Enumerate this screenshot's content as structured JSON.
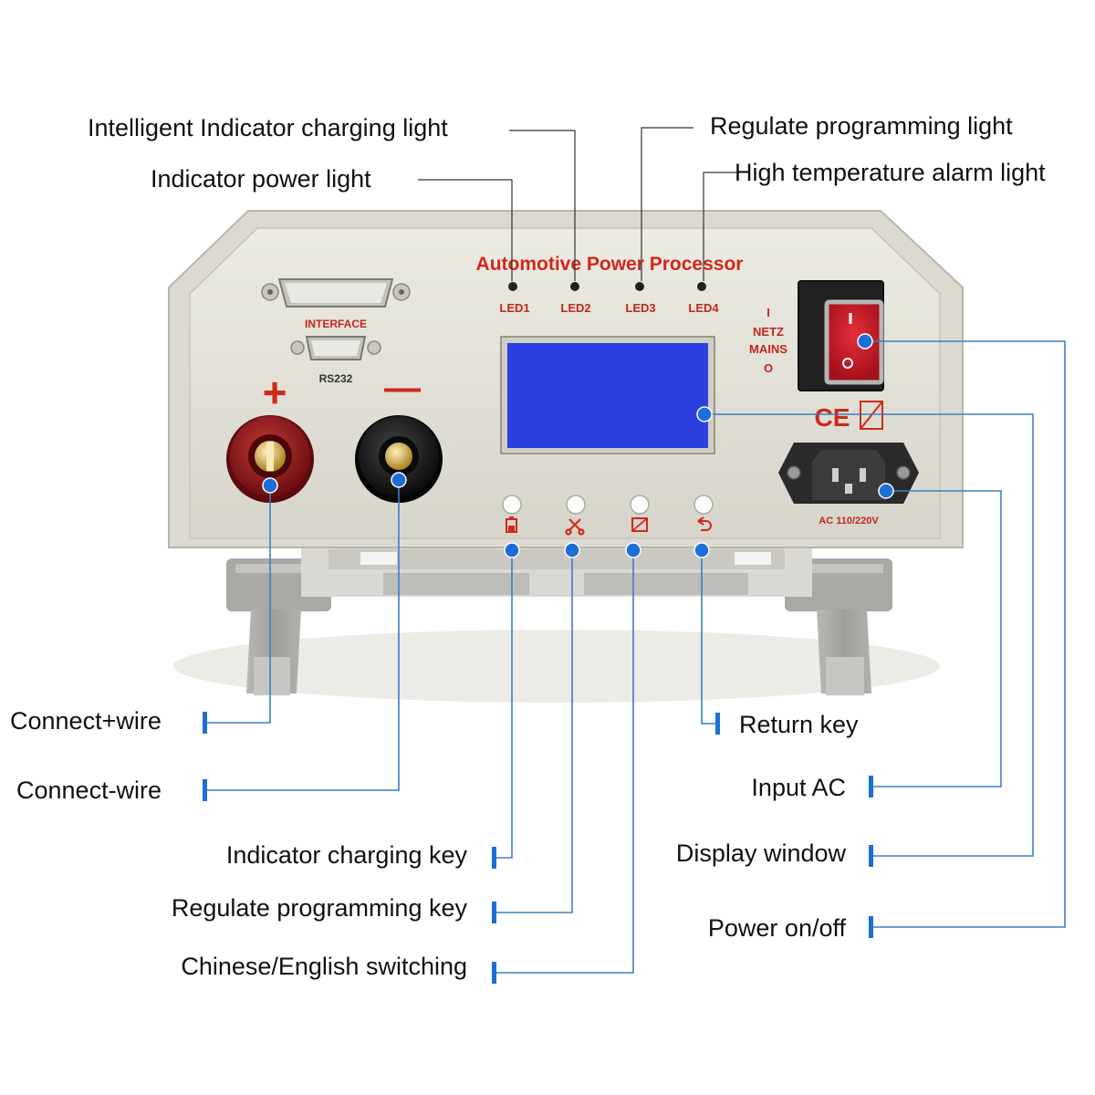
{
  "device": {
    "title": "Automotive Power Processor",
    "led_labels": [
      "LED1",
      "LED2",
      "LED3",
      "LED4"
    ],
    "interface_label": "INTERFACE",
    "rs232_label": "RS232",
    "plus_sign": "+",
    "minus_sign": "—",
    "switch_i": "I",
    "switch_netz": "NETZ",
    "switch_mains": "MAINS",
    "switch_o": "O",
    "ac_label": "AC 110/220V",
    "ce_mark": "CE",
    "colors": {
      "panel": "#e2e0d6",
      "title_red": "#d0281c",
      "lcd_blue": "#2b3fe0",
      "callout_line": "#3d7fc4",
      "marker_blue": "#1c6fd6"
    }
  },
  "callouts_top": {
    "intelligent_charging_light": "Intelligent Indicator charging light",
    "power_light": "Indicator power light",
    "regulate_programming_light": "Regulate programming light",
    "high_temp_alarm_light": "High temperature alarm light"
  },
  "callouts_left": {
    "connect_plus_wire": "Connect+wire",
    "connect_minus_wire": "Connect-wire",
    "charging_key": "Indicator charging key",
    "programming_key": "Regulate programming key",
    "language_switching": "Chinese/English switching"
  },
  "callouts_right": {
    "return_key": "Return key",
    "input_ac": "Input AC",
    "display_window": "Display window",
    "power_on_off": "Power on/off"
  }
}
